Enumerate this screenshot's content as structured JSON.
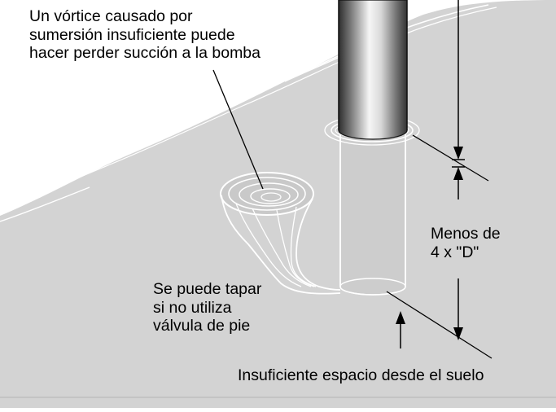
{
  "colors": {
    "water": "#d3d3d3",
    "water_edge": "#ffffff",
    "ink": "#000000",
    "pipe_light": "#f4f4f4",
    "pipe_mid": "#9a9a9a",
    "pipe_dark": "#3a3a3a"
  },
  "labels": {
    "vortex": [
      "Un vórtice causado por",
      "sumersión insuficiente puede",
      "hacer perder succión a la bomba"
    ],
    "clog": [
      "Se puede tapar",
      "si no utiliza",
      "válvula de pie"
    ],
    "submergence": [
      "Menos de",
      "4 x \"D\""
    ],
    "clearance": "Insuficiente espacio desde el suelo"
  }
}
